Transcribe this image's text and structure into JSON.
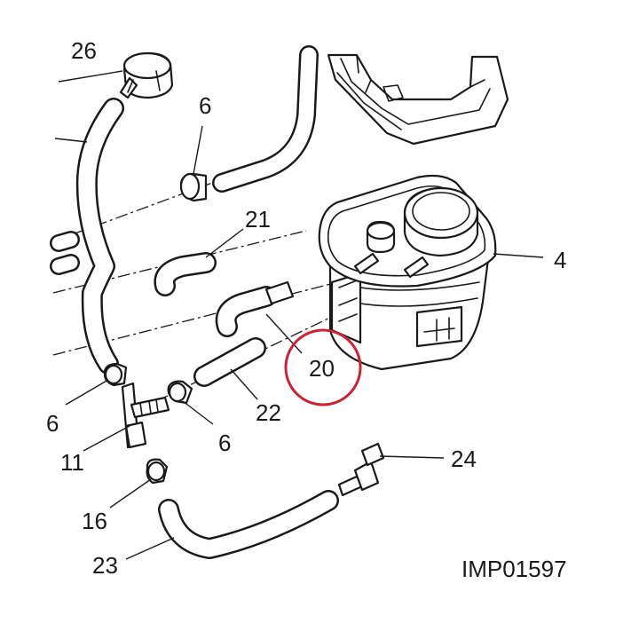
{
  "diagram": {
    "reference_code": "IMP01597",
    "highlight_color": "#cc2233",
    "line_color": "#1a1a1a",
    "callouts": {
      "c4": "4",
      "c6a": "6",
      "c6b": "6",
      "c6c": "6",
      "c11": "11",
      "c16": "16",
      "c20": "20",
      "c21": "21",
      "c22": "22",
      "c23": "23",
      "c24": "24",
      "c26": "26"
    },
    "highlighted_part": "20"
  }
}
